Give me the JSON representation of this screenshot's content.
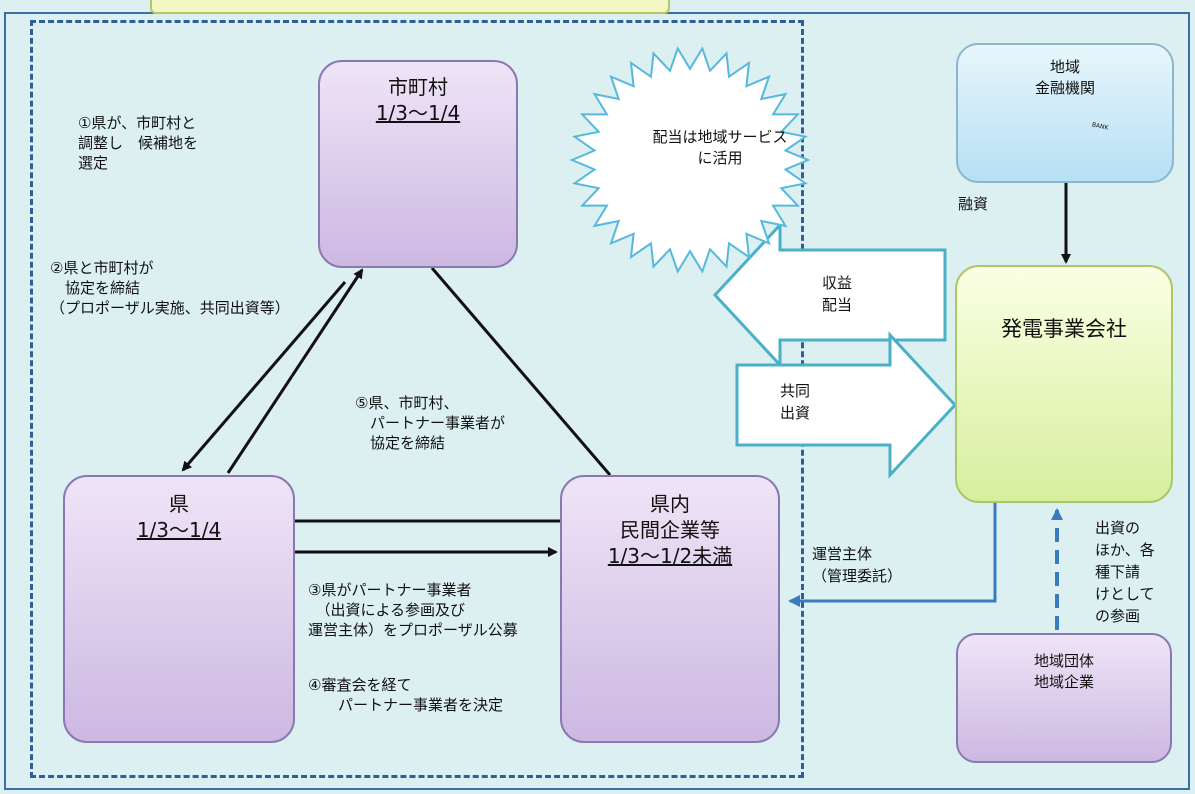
{
  "municipality": {
    "name": "市町村",
    "share": "1/3〜1/4"
  },
  "prefecture": {
    "name": "県",
    "share": "1/3〜1/4"
  },
  "private": {
    "name_line1": "県内",
    "name_line2": "民間企業等",
    "share": "1/3〜1/2未満"
  },
  "finance": {
    "line1": "地域",
    "line2": "金融機関",
    "bank_sign": "BANK"
  },
  "company": {
    "name": "発電事業会社"
  },
  "local": {
    "line1": "地域団体",
    "line2": "地域企業"
  },
  "steps": {
    "step1": "①県が、市町村と\n調整し　候補地を\n選定",
    "step2": "②県と市町村が\n　協定を締結\n（プロポーザル実施、共同出資等）",
    "step3": "③県がパートナー事業者\n　（出資による参画及び\n運営主体）をプロポーザル公募",
    "step4": "④審査会を経て\n　　パートナー事業者を決定",
    "step5": "⑤県、市町村、\n　パートナー事業者が\n　協定を締結"
  },
  "burst": {
    "text": "配当は地域サービス\nに活用"
  },
  "arrows": {
    "returns": "収益\n配当",
    "investment": "共同\n出資",
    "loan": "融資",
    "operation": "運営主体\n（管理委託）",
    "participation": "出資の\nほか、各\n種下請\nけとして\nの参画"
  }
}
